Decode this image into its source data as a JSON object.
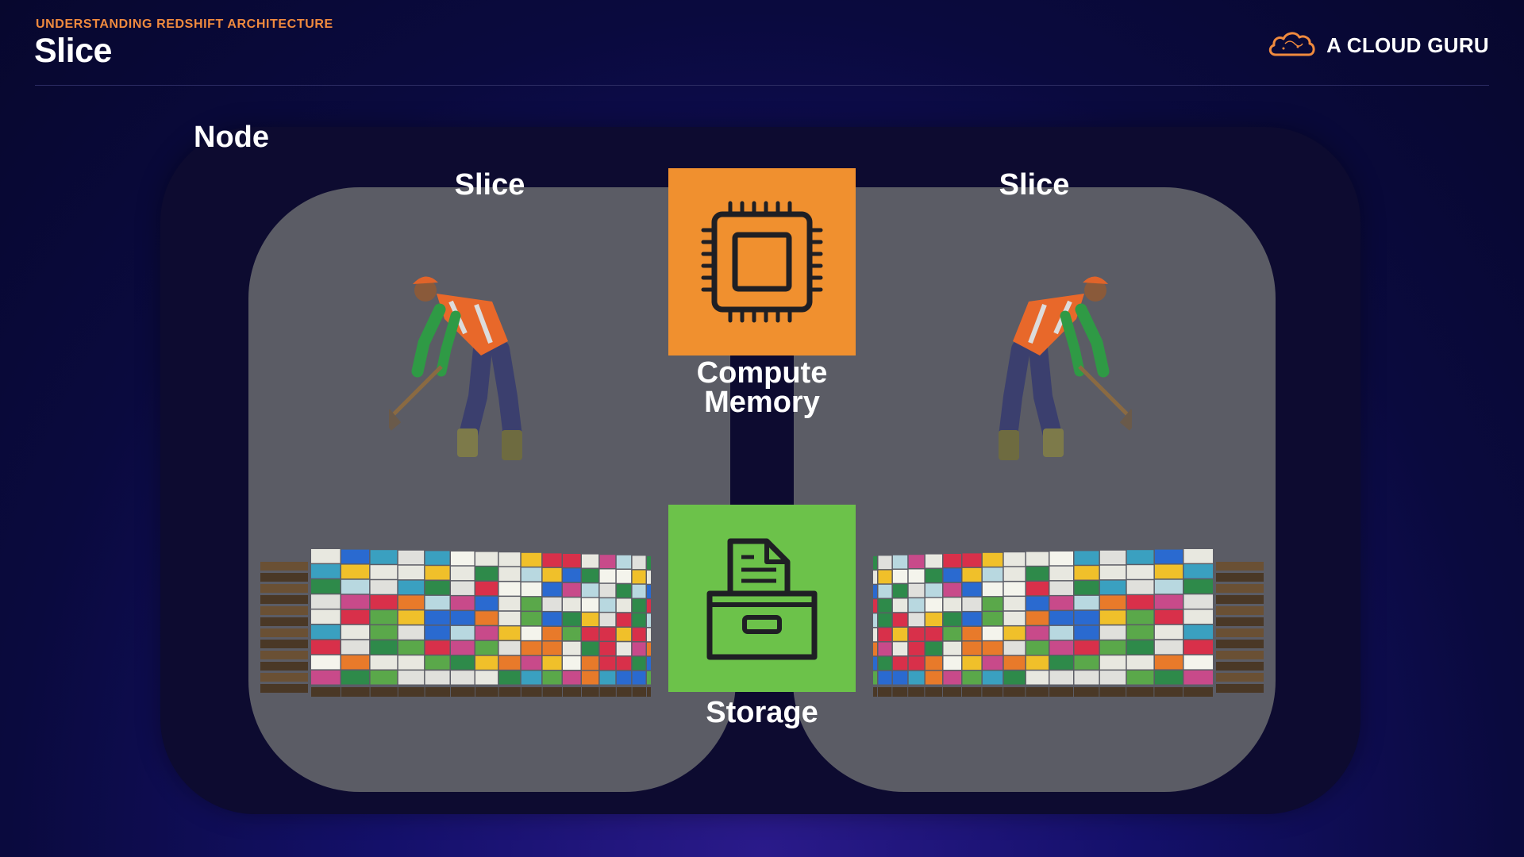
{
  "header": {
    "eyebrow": "UNDERSTANDING REDSHIFT ARCHITECTURE",
    "title": "Slice",
    "brand": "A CLOUD GURU",
    "brand_icon": "cloud-logo-icon"
  },
  "diagram": {
    "node_label": "Node",
    "slices": [
      {
        "label": "Slice"
      },
      {
        "label": "Slice"
      }
    ],
    "compute": {
      "line1": "Compute",
      "line2": "Memory",
      "icon": "chip-icon",
      "color": "#f0902f"
    },
    "storage": {
      "label": "Storage",
      "icon": "file-drawer-icon",
      "color": "#6cc24a"
    },
    "colors": {
      "accent": "#f08a3e",
      "slice_fill": "#5b5c65",
      "node_fill": "#0d0b30"
    }
  }
}
